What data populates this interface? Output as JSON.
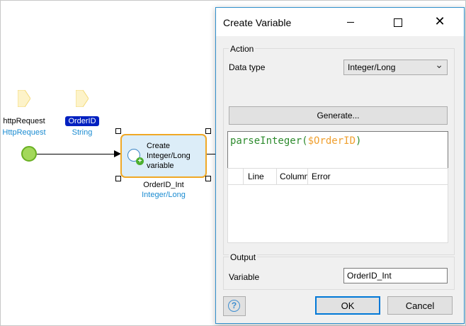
{
  "canvas": {
    "parameters": [
      {
        "name": "httpRequest",
        "type": "HttpRequest",
        "highlighted": false
      },
      {
        "name": "OrderID",
        "type": "String",
        "highlighted": true
      }
    ],
    "activity": {
      "label_line1": "Create",
      "label_line2": "Integer/Long",
      "label_line3": "variable",
      "variable_name": "OrderID_Int",
      "variable_type": "Integer/Long"
    }
  },
  "dialog": {
    "title": "Create Variable",
    "action_group_label": "Action",
    "data_type_label": "Data type",
    "data_type_value": "Integer/Long",
    "generate_label": "Generate...",
    "expression": {
      "function": "parseInteger",
      "open": "(",
      "argument": "$OrderID",
      "close": ")"
    },
    "error_columns": [
      "",
      "Line",
      "Column",
      "Error"
    ],
    "output_group_label": "Output",
    "variable_label": "Variable",
    "variable_value": "OrderID_Int",
    "ok_label": "OK",
    "cancel_label": "Cancel",
    "help_glyph": "?"
  },
  "colors": {
    "accent": "#0078d7",
    "type_text": "#1a8bd1",
    "activity_border": "#f0a825",
    "activity_fill": "#dcedf8",
    "start_event": "#a3d85b",
    "parameter_fill": "#fdf3c9",
    "code_function": "#2e8b2e",
    "code_variable": "#f0a030",
    "param_highlight": "#0020c0"
  },
  "icons": {
    "parameter": "parameter-document-icon",
    "activity": "create-variable-icon",
    "help": "help-icon",
    "dropdown": "chevron-down-icon"
  }
}
